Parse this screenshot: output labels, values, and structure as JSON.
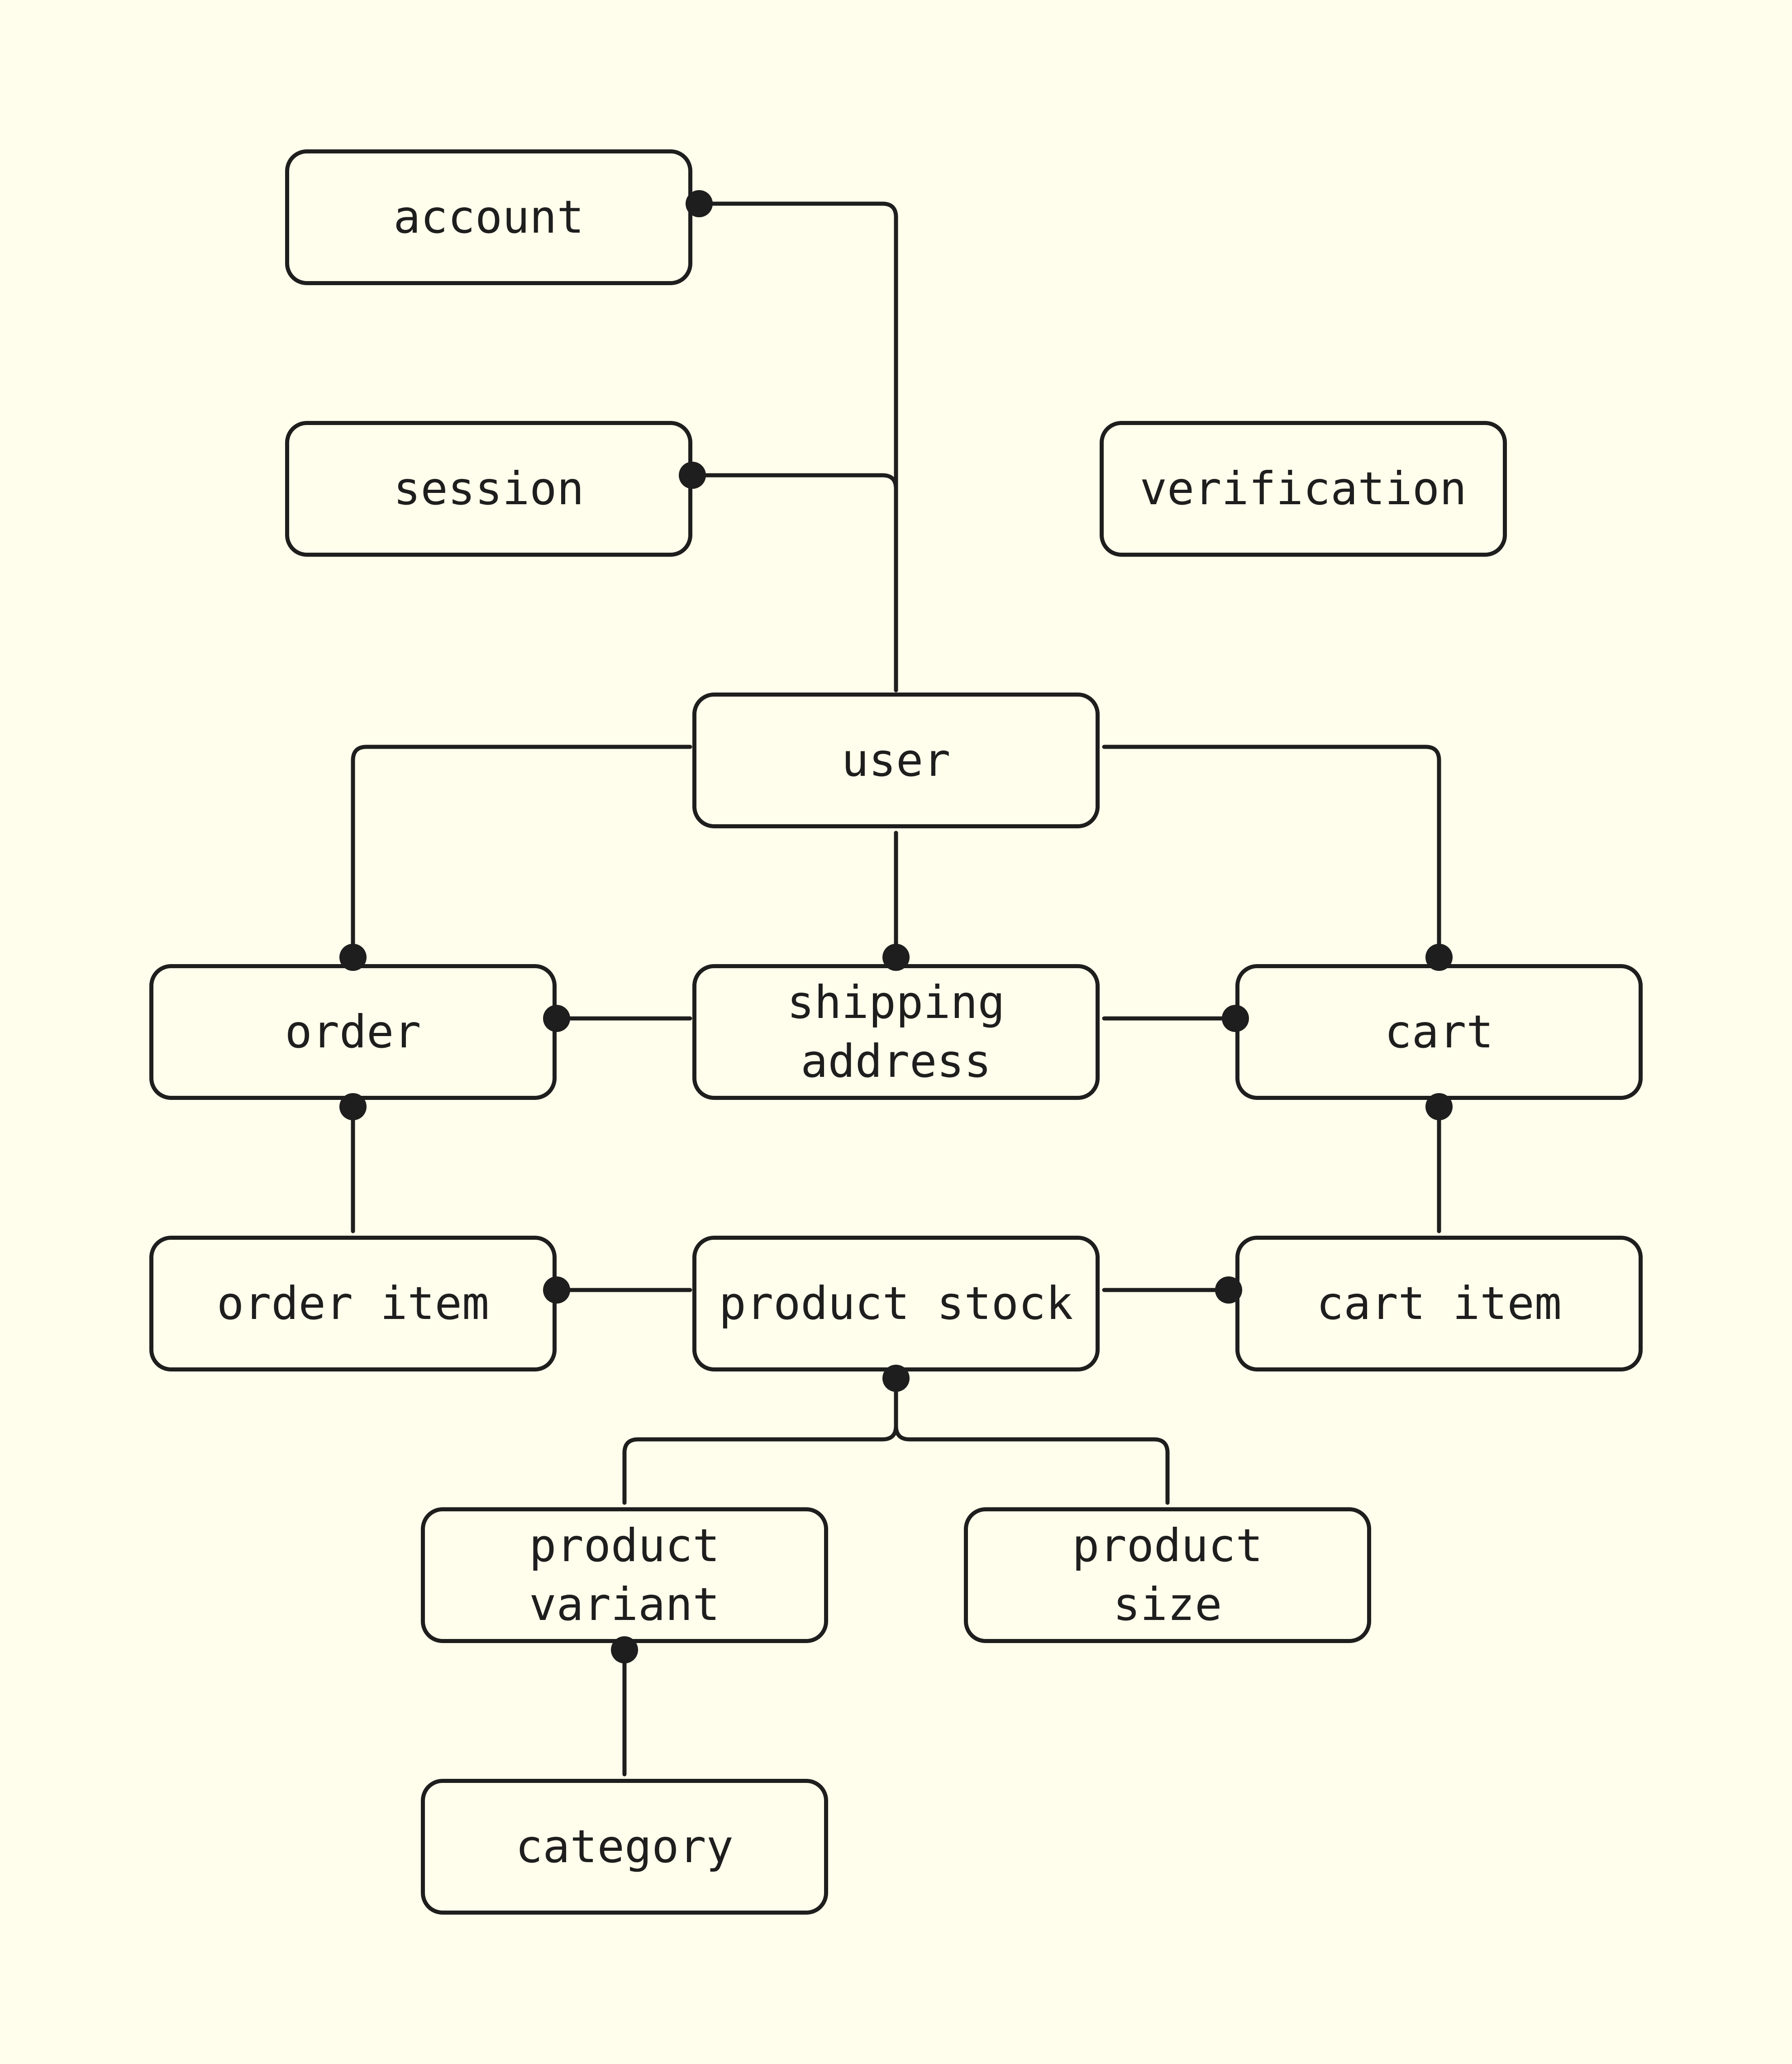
{
  "nodes": {
    "account": "account",
    "session": "session",
    "verification": "verification",
    "user": "user",
    "order": "order",
    "shipping_address": "shipping\naddress",
    "cart": "cart",
    "order_item": "order item",
    "product_stock": "product stock",
    "cart_item": "cart item",
    "product_variant": "product\nvariant",
    "product_size": "product\nsize",
    "category": "category"
  },
  "edges": [
    {
      "from": "user",
      "to": "account",
      "end": "dot"
    },
    {
      "from": "user",
      "to": "session",
      "end": "dot"
    },
    {
      "from": "user",
      "to": "order",
      "end": "dot"
    },
    {
      "from": "user",
      "to": "shipping_address",
      "end": "dot"
    },
    {
      "from": "user",
      "to": "cart",
      "end": "dot"
    },
    {
      "from": "shipping_address",
      "to": "order",
      "end": "dot"
    },
    {
      "from": "shipping_address",
      "to": "cart",
      "end": "dot"
    },
    {
      "from": "order_item",
      "to": "order",
      "end": "dot"
    },
    {
      "from": "cart_item",
      "to": "cart",
      "end": "dot"
    },
    {
      "from": "product_stock",
      "to": "order_item",
      "end": "dot"
    },
    {
      "from": "product_stock",
      "to": "cart_item",
      "end": "dot"
    },
    {
      "from": "product_variant",
      "to": "product_stock",
      "end": "dot"
    },
    {
      "from": "product_size",
      "to": "product_stock",
      "end": "dot"
    },
    {
      "from": "category",
      "to": "product_variant",
      "end": "dot"
    }
  ],
  "colors": {
    "background": "#fffdeb",
    "stroke": "#1e1e1e"
  }
}
